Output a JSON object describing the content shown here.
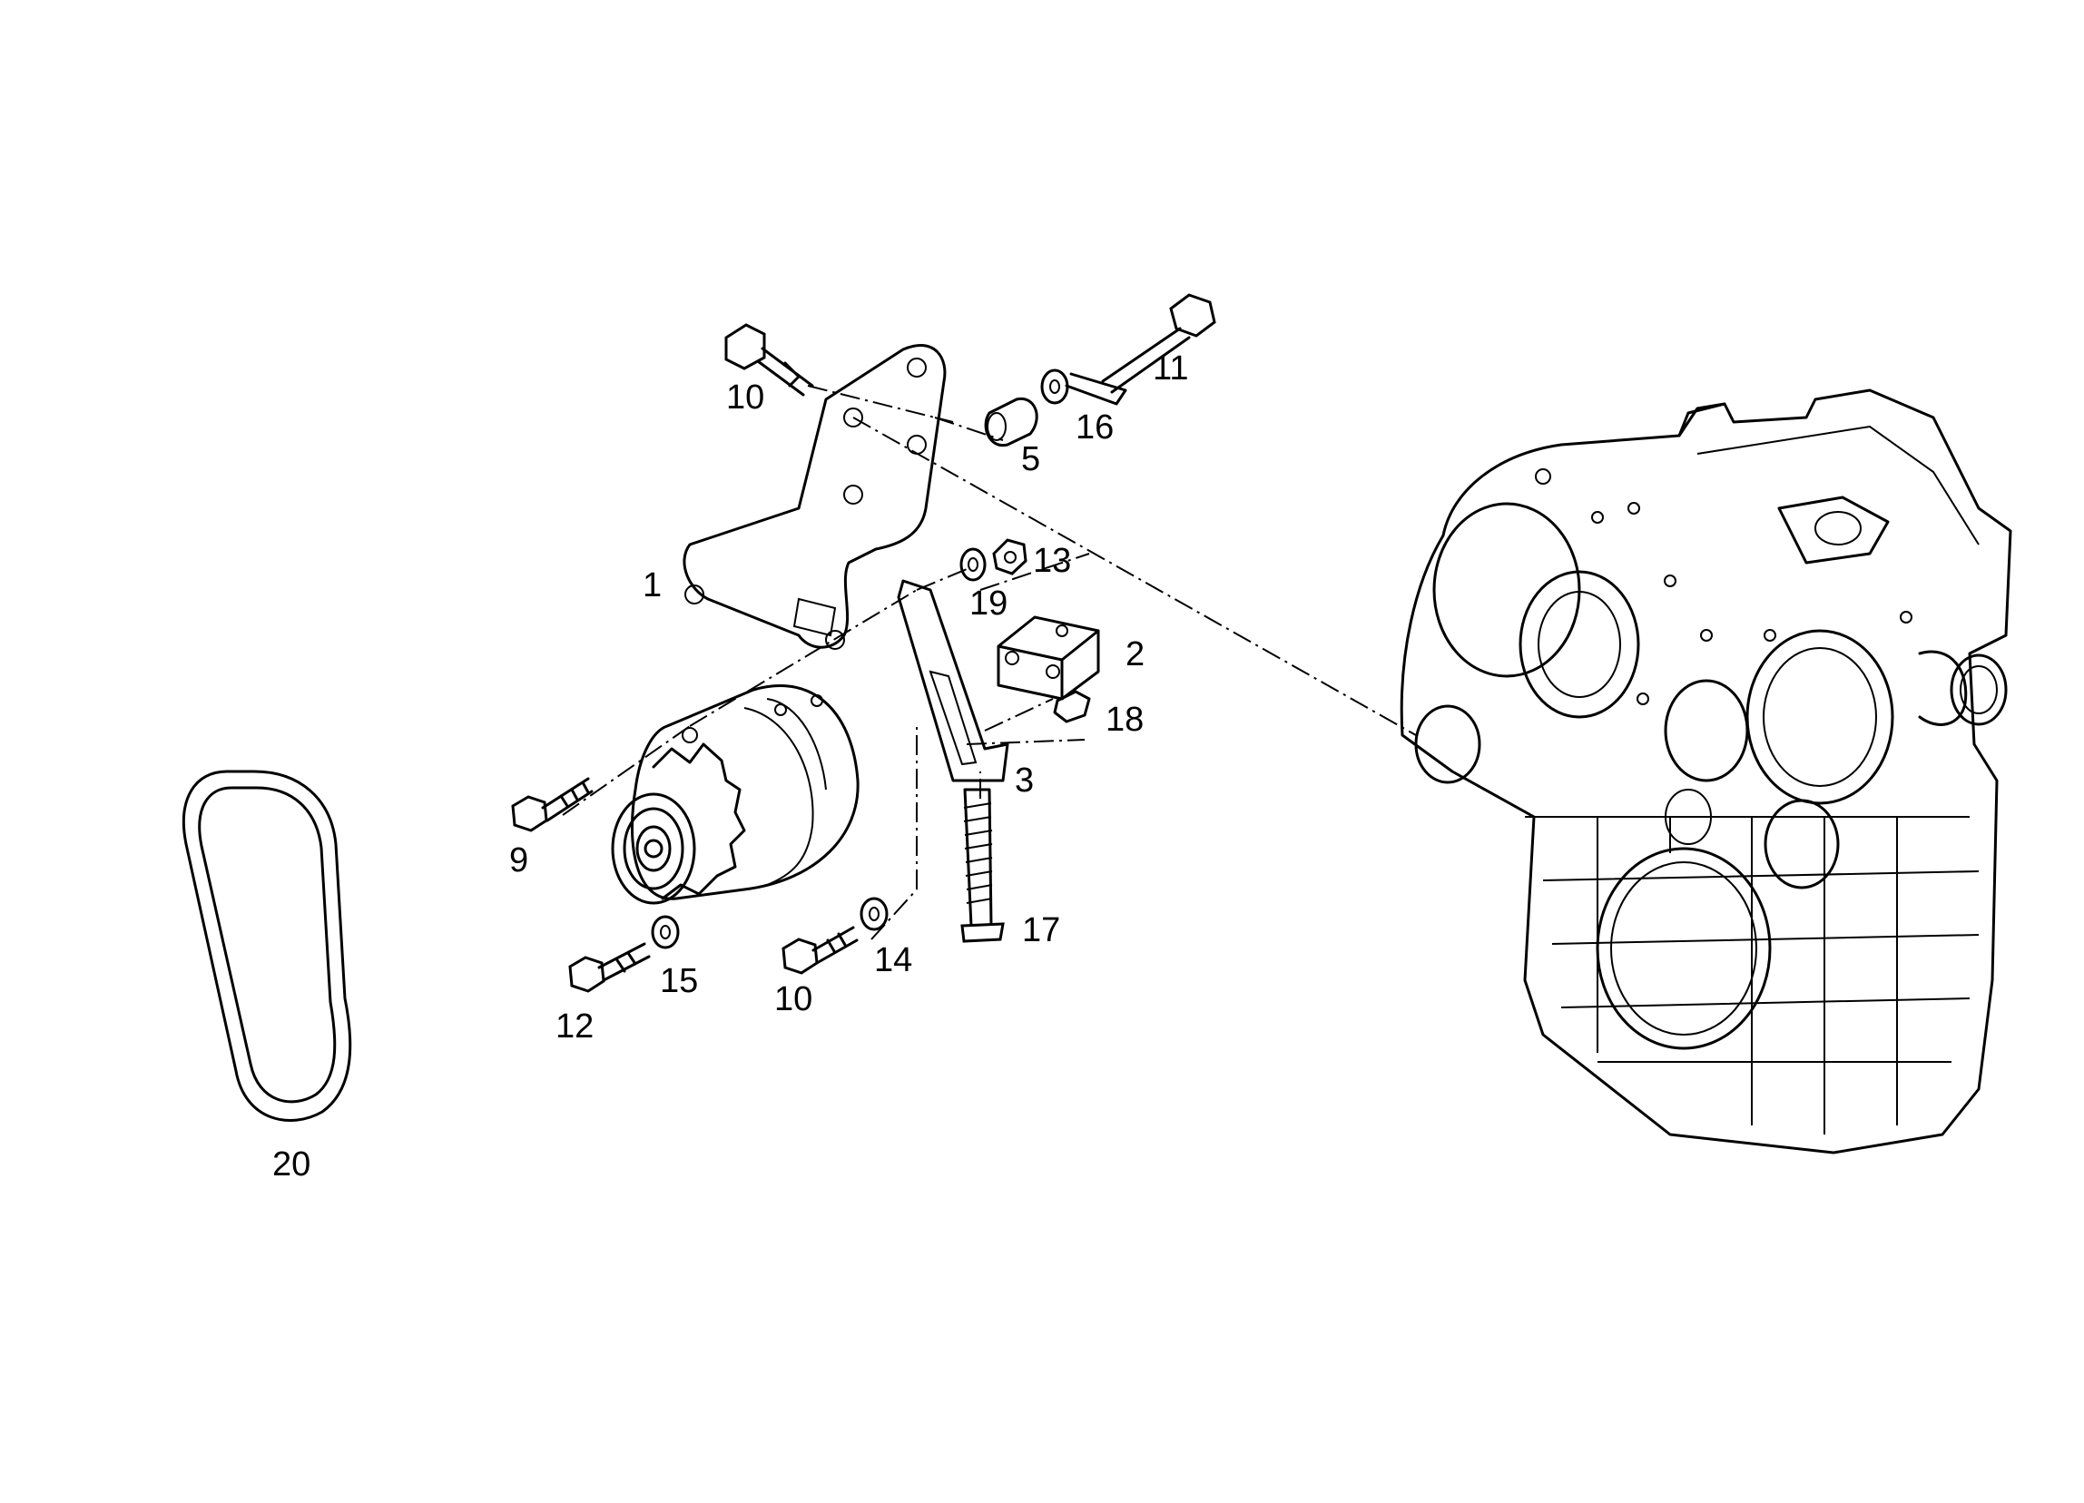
{
  "callouts": [
    {
      "id": "c1",
      "text": "1"
    },
    {
      "id": "c2",
      "text": "2"
    },
    {
      "id": "c3",
      "text": "3"
    },
    {
      "id": "c5",
      "text": "5"
    },
    {
      "id": "c9",
      "text": "9"
    },
    {
      "id": "c10a",
      "text": "10"
    },
    {
      "id": "c10b",
      "text": "10"
    },
    {
      "id": "c11",
      "text": "11"
    },
    {
      "id": "c12",
      "text": "12"
    },
    {
      "id": "c13",
      "text": "13"
    },
    {
      "id": "c14",
      "text": "14"
    },
    {
      "id": "c15",
      "text": "15"
    },
    {
      "id": "c16",
      "text": "16"
    },
    {
      "id": "c17",
      "text": "17"
    },
    {
      "id": "c18",
      "text": "18"
    },
    {
      "id": "c19",
      "text": "19"
    },
    {
      "id": "c20",
      "text": "20"
    }
  ]
}
